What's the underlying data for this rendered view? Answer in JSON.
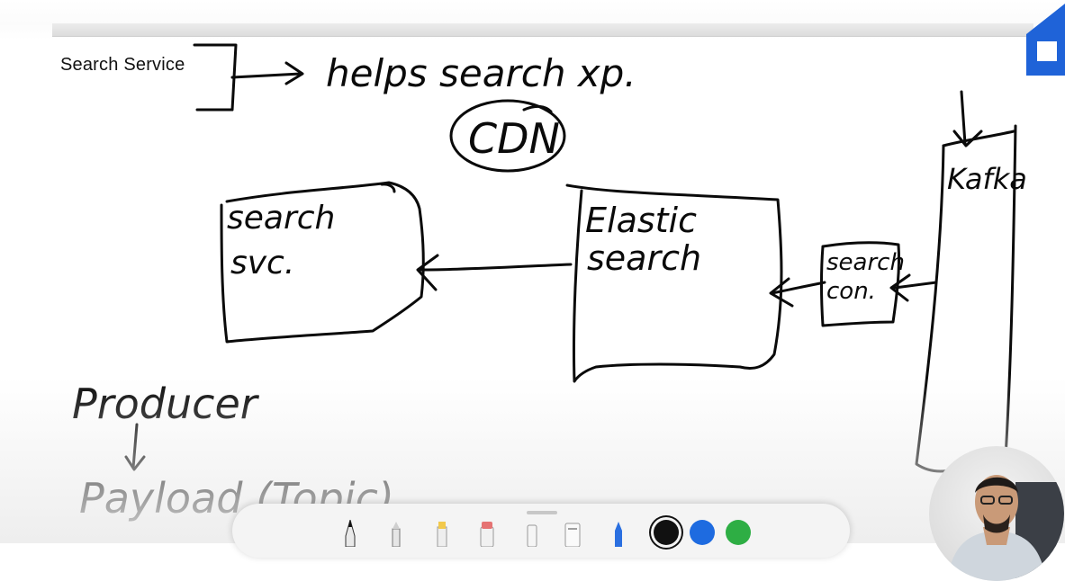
{
  "header": {
    "home_icon": "home-icon"
  },
  "canvas": {
    "typed_label": "Search Service",
    "handwriting": {
      "note": "helps search xp.",
      "cdn": "CDN",
      "search_svc_line1": "search",
      "search_svc_line2": "svc.",
      "elastic_line1": "Elastic",
      "elastic_line2": "search",
      "consumer_line1": "search",
      "consumer_line2": "con.",
      "kafka": "Kafka",
      "producer": "Producer",
      "payload": "Payload (Topic)"
    }
  },
  "toolbar": {
    "tools": [
      "pen-tool",
      "pencil-tool",
      "marker-tool",
      "highlighter-tool",
      "eraser-tool",
      "lasso-tool",
      "ruler-tool",
      "fountain-pen-tool"
    ],
    "colors": [
      {
        "name": "black",
        "hex": "#111111",
        "selected": true
      },
      {
        "name": "blue",
        "hex": "#1e6be0",
        "selected": false
      },
      {
        "name": "green",
        "hex": "#2eae44",
        "selected": false
      }
    ]
  },
  "presenter": {
    "icon": "presenter-webcam"
  }
}
